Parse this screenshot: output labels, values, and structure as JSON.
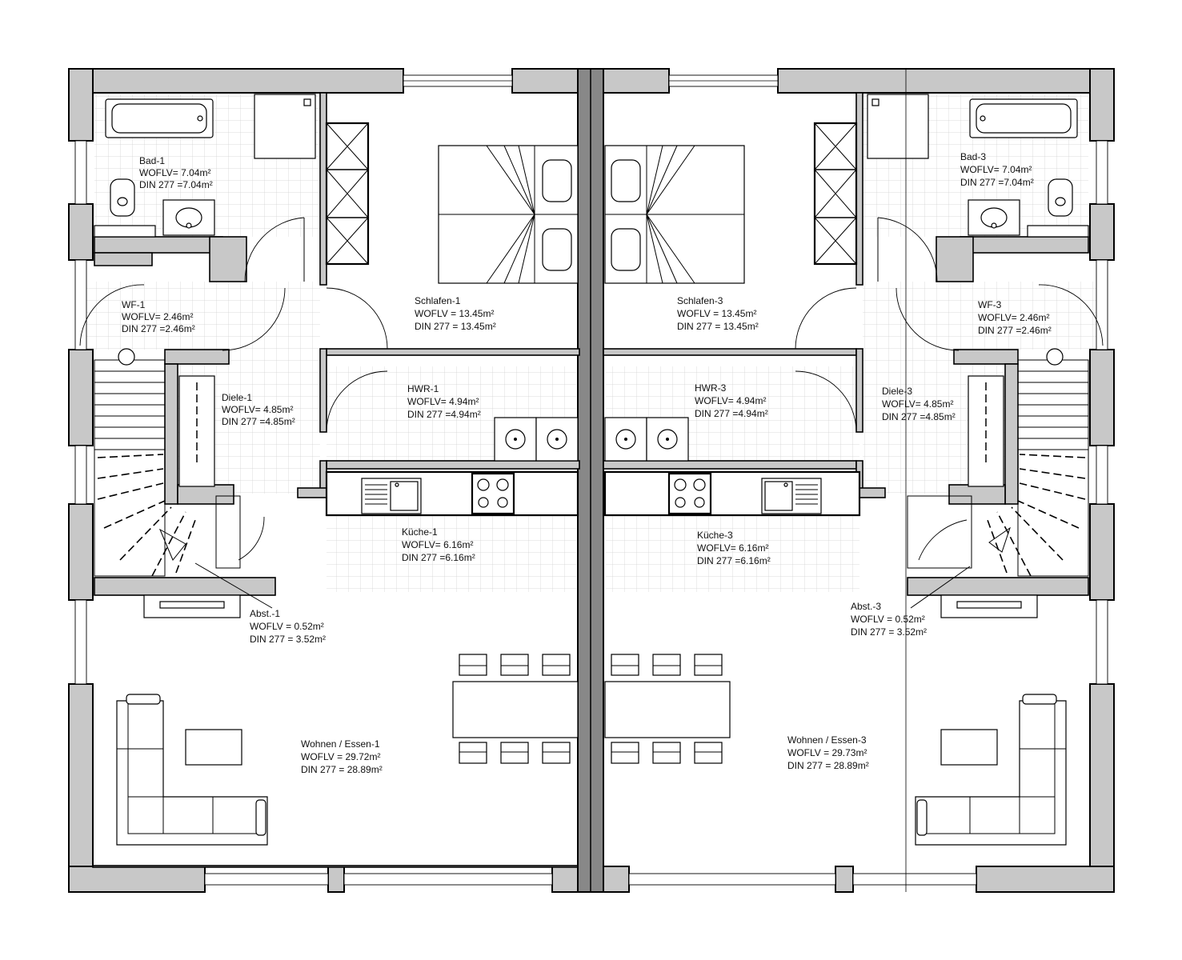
{
  "rooms": [
    {
      "id": "bad-1",
      "name": "Bad-1",
      "wofl": "WOFLV= 7.04m²",
      "din": "DIN 277 =7.04m²"
    },
    {
      "id": "wf-1",
      "name": "WF-1",
      "wofl": "WOFLV= 2.46m²",
      "din": "DIN 277 =2.46m²"
    },
    {
      "id": "diele-1",
      "name": "Diele-1",
      "wofl": "WOFLV= 4.85m²",
      "din": "DIN 277 =4.85m²"
    },
    {
      "id": "schlafen-1",
      "name": "Schlafen-1",
      "wofl": "WOFLV = 13.45m²",
      "din": "DIN 277 = 13.45m²"
    },
    {
      "id": "hwr-1",
      "name": "HWR-1",
      "wofl": "WOFLV= 4.94m²",
      "din": "DIN 277 =4.94m²"
    },
    {
      "id": "kueche-1",
      "name": "Küche-1",
      "wofl": "WOFLV= 6.16m²",
      "din": "DIN 277 =6.16m²"
    },
    {
      "id": "abst-1",
      "name": "Abst.-1",
      "wofl": "WOFLV = 0.52m²",
      "din": "DIN 277 = 3.52m²"
    },
    {
      "id": "wohnen-1",
      "name": "Wohnen / Essen-1",
      "wofl": "WOFLV = 29.72m²",
      "din": "DIN 277 = 28.89m²"
    },
    {
      "id": "schlafen-3",
      "name": "Schlafen-3",
      "wofl": "WOFLV = 13.45m²",
      "din": "DIN 277 = 13.45m²"
    },
    {
      "id": "hwr-3",
      "name": "HWR-3",
      "wofl": "WOFLV= 4.94m²",
      "din": "DIN 277 =4.94m²"
    },
    {
      "id": "kueche-3",
      "name": "Küche-3",
      "wofl": "WOFLV= 6.16m²",
      "din": "DIN 277 =6.16m²"
    },
    {
      "id": "bad-3",
      "name": "Bad-3",
      "wofl": "WOFLV= 7.04m²",
      "din": "DIN 277 =7.04m²"
    },
    {
      "id": "wf-3",
      "name": "WF-3",
      "wofl": "WOFLV= 2.46m²",
      "din": "DIN 277 =2.46m²"
    },
    {
      "id": "diele-3",
      "name": "Diele-3",
      "wofl": "WOFLV= 4.85m²",
      "din": "DIN 277 =4.85m²"
    },
    {
      "id": "abst-3",
      "name": "Abst.-3",
      "wofl": "WOFLV = 0.52m²",
      "din": "DIN 277 = 3.52m²"
    },
    {
      "id": "wohnen-3",
      "name": "Wohnen / Essen-3",
      "wofl": "WOFLV = 29.73m²",
      "din": "DIN 277 = 28.89m²"
    }
  ],
  "colors": {
    "wall": "#c8c8c8",
    "line": "#000000",
    "grid": "#d4d4d4",
    "background": "#ffffff"
  },
  "icons": [
    "bathtub-icon",
    "toilet-icon",
    "sink-icon",
    "bed-icon",
    "wardrobe-icon",
    "stove-icon",
    "washer-icon",
    "sofa-icon",
    "table-icon",
    "chair-icon",
    "stair-icon",
    "door-icon",
    "window-icon"
  ]
}
